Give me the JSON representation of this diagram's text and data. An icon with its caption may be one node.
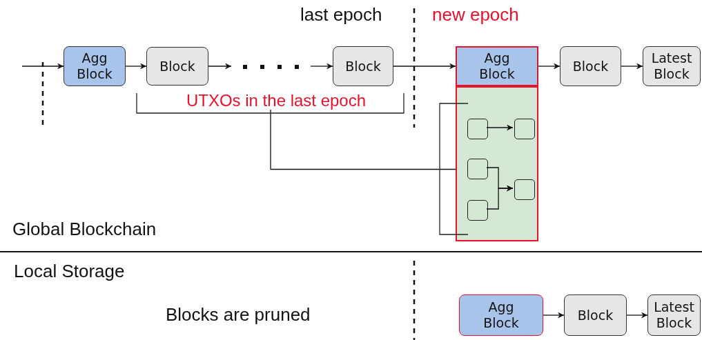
{
  "diagram": {
    "nodes": [
      {
        "text": [
          "Agg Block"
        ]
      },
      {
        "text": [
          "Block"
        ]
      },
      {
        "text": [
          "Block"
        ]
      },
      {
        "text": [
          "Agg Block"
        ]
      },
      {
        "text": [
          "Block"
        ]
      },
      {
        "text": [
          "Latest Block"
        ]
      },
      {
        "text": [],
        "shape": "box"
      },
      {
        "text": [],
        "shape": "box",
        "in": 6
      },
      {
        "text": [],
        "shape": "box",
        "in": 6
      },
      {
        "text": [],
        "shape": "box",
        "in": 6
      },
      {
        "text": [],
        "shape": "box",
        "in": 6
      },
      {
        "text": [],
        "shape": "box",
        "in": 6
      },
      {
        "text": [
          "Agg Block"
        ]
      },
      {
        "text": [
          "Block"
        ]
      },
      {
        "text": [
          "Latest Block"
        ]
      },
      {
        "text": [
          "UTXOs in the last epoch"
        ]
      }
    ],
    "edges": [
      {
        "from": null,
        "to": 0,
        "arrow": "to"
      },
      {
        "from": 0,
        "to": 1,
        "arrow": "to"
      },
      {
        "from": 1,
        "to": null,
        "arrow": "to"
      },
      {
        "from": null,
        "to": 2,
        "arrow": "to"
      },
      {
        "from": 2,
        "to": 3,
        "arrow": "to"
      },
      {
        "from": 3,
        "to": 4,
        "arrow": "to"
      },
      {
        "from": 4,
        "to": 5,
        "arrow": "to"
      },
      {
        "from": 7,
        "to": 8,
        "arrow": "to"
      },
      {
        "from": 9,
        "to": 10,
        "arrow": "to"
      },
      {
        "from": 11,
        "to": 10,
        "arrow": "to"
      },
      {
        "from": 15,
        "to": 6,
        "arrow": "none"
      },
      {
        "from": 12,
        "to": 13,
        "arrow": "to"
      },
      {
        "from": 13,
        "to": 14,
        "arrow": "to"
      }
    ],
    "labels": [
      "last epoch",
      "new epoch",
      "Global Blockchain",
      "Local Storage",
      "Blocks are pruned"
    ]
  }
}
